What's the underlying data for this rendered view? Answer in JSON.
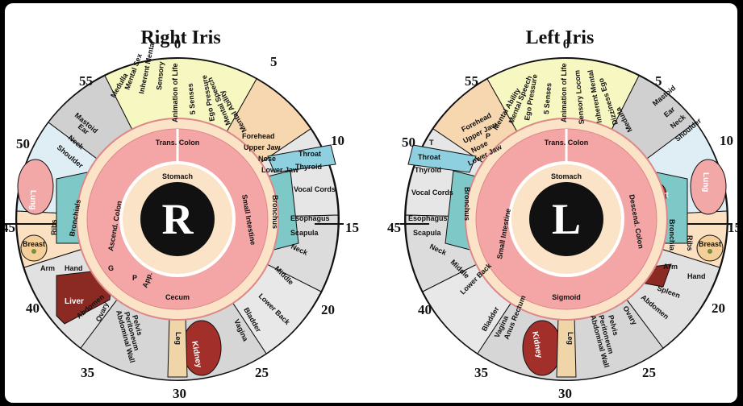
{
  "right": {
    "title": "Right Iris",
    "letter": "R",
    "clock": [
      "0",
      "5",
      "10",
      "15",
      "20",
      "25",
      "30",
      "35",
      "40",
      "45",
      "50",
      "55"
    ],
    "inner": [
      "Stomach",
      "Trans. Colon",
      "Small Intestine",
      "Cecum",
      "Ascend. Colon"
    ],
    "outer": [
      "Medulla",
      "Mental Sex",
      "Inherent Mental",
      "Sensory",
      "Animation of Life",
      "5 Senses",
      "Ego Pressure",
      "Mental Speech",
      "Mental Ability",
      "Forehead",
      "Upper Jaw",
      "Nose",
      "Lower Jaw",
      "Throat",
      "Thyroid",
      "Vocal Cords",
      "Bronchus",
      "Esophagus",
      "Scapula",
      "Neck",
      "Middle",
      "Lower Back",
      "Bladder",
      "Vagina",
      "Kidney",
      "Leg",
      "Pelvis",
      "Peritoneum",
      "Abdominal Wall",
      "App.",
      "Ovary",
      "Abdomen",
      "Liver",
      "G",
      "P",
      "Arm",
      "Hand",
      "Breast",
      "Ribs",
      "Bronchials",
      "Lung",
      "Mastoid",
      "Ear",
      "Neck",
      "Shoulder"
    ]
  },
  "left": {
    "title": "Left Iris",
    "letter": "L",
    "clock": [
      "0",
      "5",
      "10",
      "15",
      "20",
      "25",
      "30",
      "35",
      "40",
      "45",
      "50",
      "55"
    ],
    "inner": [
      "Stomach",
      "Trans. Colon",
      "Descend. Colon",
      "Sigmoid",
      "Small Intestine"
    ],
    "outer": [
      "Mental Ability",
      "Mental Speech",
      "Ego Pressure",
      "5 Senses",
      "Animation of Life",
      "Sensory Locom",
      "Inherent Mental",
      "Dizziness Ego",
      "Medulla",
      "Forehead",
      "Upper Jaw",
      "Nose",
      "Lower Jaw",
      "Throat",
      "Thyroid",
      "Vocal Cords",
      "Bronchus",
      "Esophagus",
      "Scapula",
      "Neck",
      "Middle",
      "Lower Back",
      "Bladder",
      "Vagina",
      "Anus Rectum",
      "Kidney",
      "Leg",
      "Pelvis",
      "Peritoneum",
      "Abdominal Wall",
      "Ovary",
      "Abdomen",
      "Spleen",
      "Arm",
      "Hand",
      "Breast",
      "Ribs",
      "Bronchia",
      "Heart",
      "Lung",
      "Mastoid",
      "Ear",
      "Neck",
      "Shoulder",
      "P",
      "T"
    ]
  }
}
